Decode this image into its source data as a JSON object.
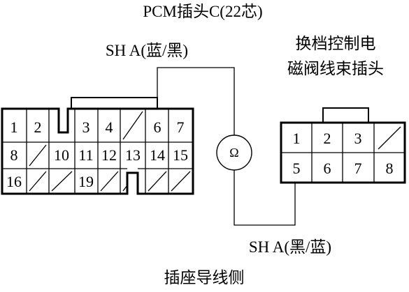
{
  "pcm_connector": {
    "title": "PCM插头C(22芯)",
    "cells": [
      [
        "1",
        "2",
        "",
        "3",
        "4",
        "",
        "6",
        "7"
      ],
      [
        "8",
        "",
        "10",
        "11",
        "12",
        "13",
        "14",
        "15"
      ],
      [
        "16",
        "",
        "",
        "19",
        "",
        "",
        "",
        ""
      ]
    ]
  },
  "wire_top_label": "SH A(蓝/黑)",
  "meter_symbol": "Ω",
  "wire_bottom_label": "SH A(黑/蓝)",
  "solenoid_connector": {
    "title_line1": "换档控制电",
    "title_line2": "磁阀线束插头",
    "cells": [
      [
        "1",
        "2",
        "3",
        ""
      ],
      [
        "5",
        "6",
        "7",
        "8"
      ]
    ]
  },
  "caption": "插座导线侧"
}
